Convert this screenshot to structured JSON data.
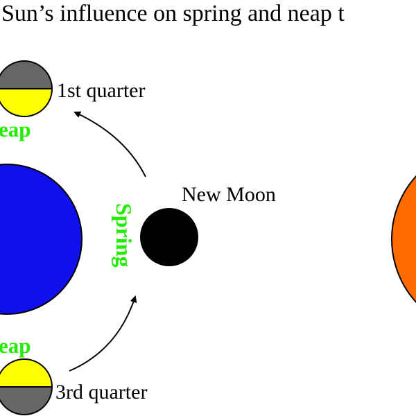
{
  "title": "Sun’s influence on spring and neap t",
  "labels": {
    "first_quarter": "1st quarter",
    "third_quarter": "3rd quarter",
    "new_moon": "New Moon",
    "neap_top": "eap",
    "neap_bottom": "eap",
    "spring": "Spring"
  },
  "colors": {
    "earth": "#1010ee",
    "sun": "#ff6a00",
    "moon_dark": "#666666",
    "moon_lit": "#ffff00",
    "new_moon": "#000000",
    "neap_spring_text": "#22ee00",
    "arrow": "#000000"
  }
}
